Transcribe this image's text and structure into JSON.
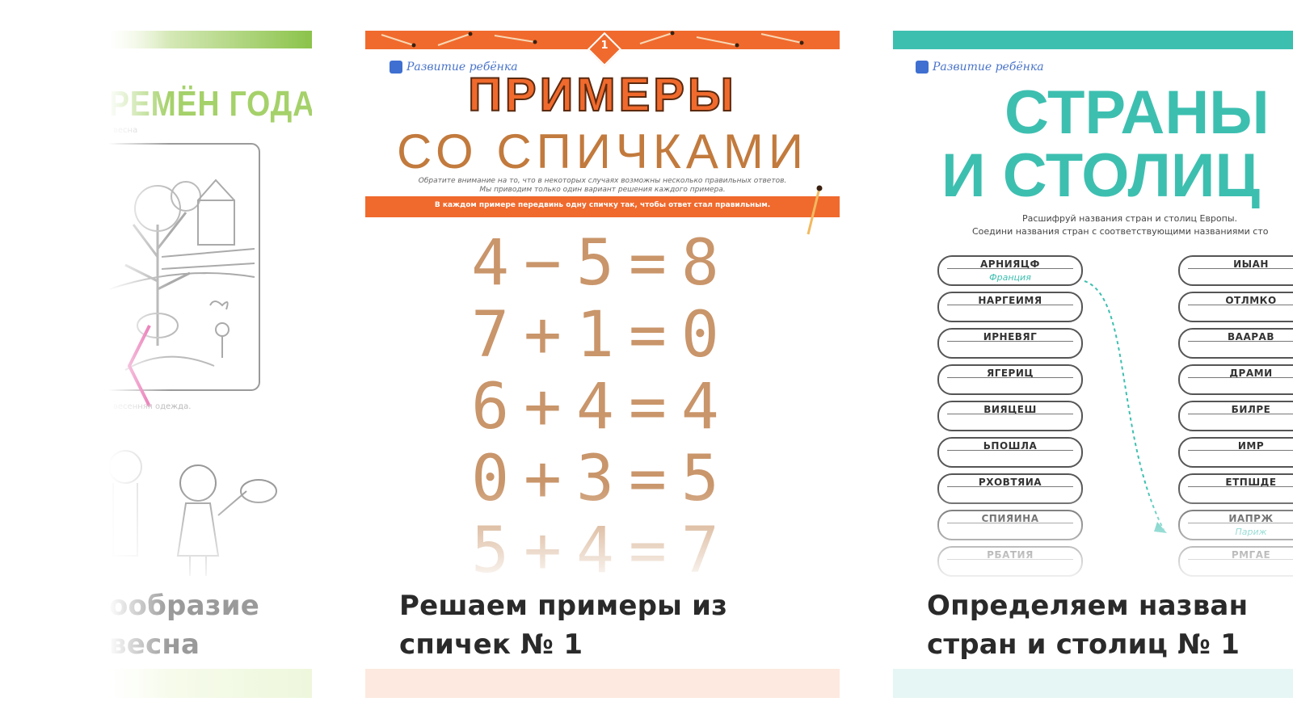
{
  "cards": [
    {
      "title_lines": [
        "ообразие",
        "весна"
      ],
      "sheet_heading": "РЕМЁН ГОДА",
      "caption_top": "весна",
      "caption_mid": "весенняя одежда.",
      "colors": {
        "accent": "#8bc34a"
      }
    },
    {
      "title_lines": [
        "Решаем примеры из",
        "спичек № 1"
      ],
      "sheet": {
        "badge": "1",
        "logo": "Развитие ребёнка",
        "heading1": "ПРИМЕРЫ",
        "heading2": "СО СПИЧКАМИ",
        "note1": "Обратите внимание на то, что в некоторых случаях возможны несколько правильных ответов.",
        "note2": "Мы приводим только один вариант решения каждого примера.",
        "instruction": "В каждом примере передвинь одну спичку так, чтобы ответ стал правильным.",
        "equations": [
          "4−5=8",
          "7+1=0",
          "6+4=4",
          "0+3=5",
          "5+4=7"
        ]
      },
      "colors": {
        "accent": "#f06a2d"
      }
    },
    {
      "title_lines": [
        "Определяем назван",
        "стран и столиц № 1"
      ],
      "sheet": {
        "logo": "Развитие ребёнка",
        "heading1": "СТРАНЫ",
        "heading2": "И СТОЛИЦ",
        "sub1": "Расшифруй названия стран и столиц Европы.",
        "sub2": "Соедини названия стран с соответствующими названиями сто",
        "left_words": [
          "АРНИЯЦФ",
          "НАРГЕИМЯ",
          "ИРНЕВЯГ",
          "ЯГЕРИЦ",
          "ВИЯЦЕШ",
          "ЬПОШЛА",
          "РХОВТЯИА",
          "СПИЯИНА",
          "РБАТИЯ"
        ],
        "left_hint": "Франция",
        "right_words": [
          "ИЫАН",
          "ОТЛМКО",
          "ВААРАВ",
          "ДРАМИ",
          "БИЛРЕ",
          "ИМР",
          "ЕТПШДЕ",
          "ИАПРЖ",
          "РМГАЕ"
        ],
        "right_hint": "Париж"
      },
      "colors": {
        "accent": "#3dbfb0"
      }
    }
  ]
}
